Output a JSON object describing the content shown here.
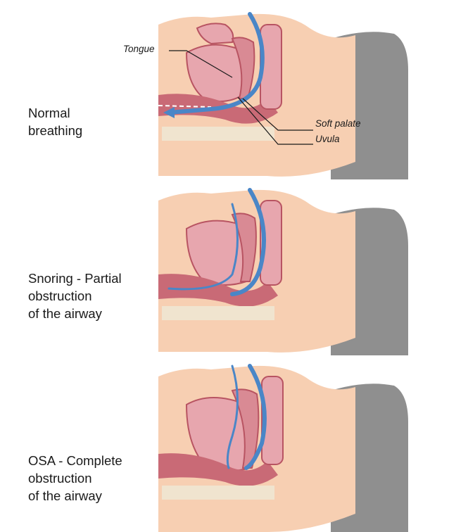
{
  "panels": [
    {
      "id": "normal",
      "label": "Normal\nbreathing",
      "airway": "open"
    },
    {
      "id": "snoring",
      "label": "Snoring - Partial\nobstruction\nof the airway",
      "airway": "partial"
    },
    {
      "id": "osa",
      "label": "OSA - Complete\nobstruction\nof the airway",
      "airway": "complete"
    }
  ],
  "annotations": {
    "tongue": "Tongue",
    "soft_palate": "Soft palate",
    "uvula": "Uvula"
  },
  "colors": {
    "skin": "#f7cfb2",
    "pillow": "#8f8f8f",
    "tissue": "#e7a6ae",
    "tissue_dark": "#b85462",
    "airflow": "#4a86c7",
    "bone": "#f0e4cf",
    "teeth": "#ffffff"
  }
}
